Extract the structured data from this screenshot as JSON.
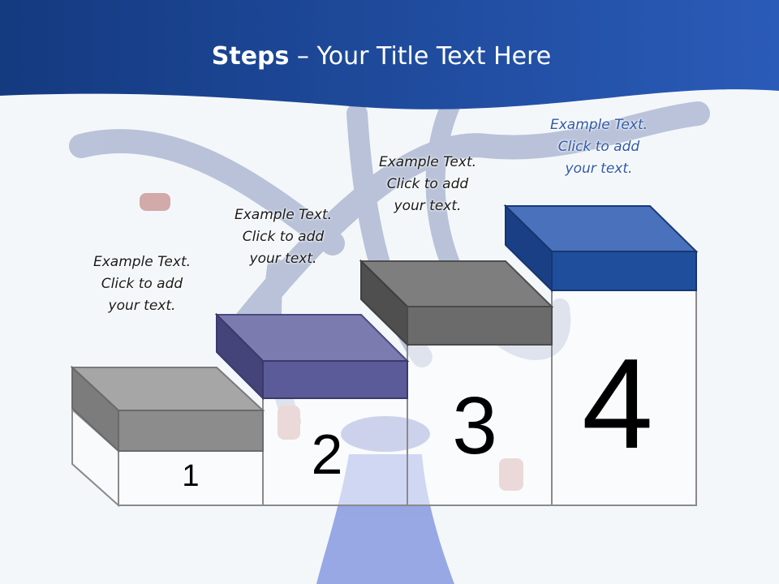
{
  "title": {
    "bold": "Steps",
    "rest": " – Your Title Text Here"
  },
  "steps": [
    {
      "number": "1",
      "caption": [
        "Example Text.",
        "Click  to add",
        "your text."
      ],
      "color": "#8c8c8c"
    },
    {
      "number": "2",
      "caption": [
        "Example Text.",
        "Click  to add",
        "your text."
      ],
      "color": "#5b5b9a"
    },
    {
      "number": "3",
      "caption": [
        "Example Text.",
        "Click  to add",
        "your text."
      ],
      "color": "#6b6b6b"
    },
    {
      "number": "4",
      "caption": [
        "Example Text.",
        "Click  to add",
        "your text."
      ],
      "color": "#1f4e9c"
    }
  ],
  "colors": {
    "header": "#1a4390",
    "background": "#f4f7fa",
    "caption_highlight": "#2f5aa8"
  }
}
